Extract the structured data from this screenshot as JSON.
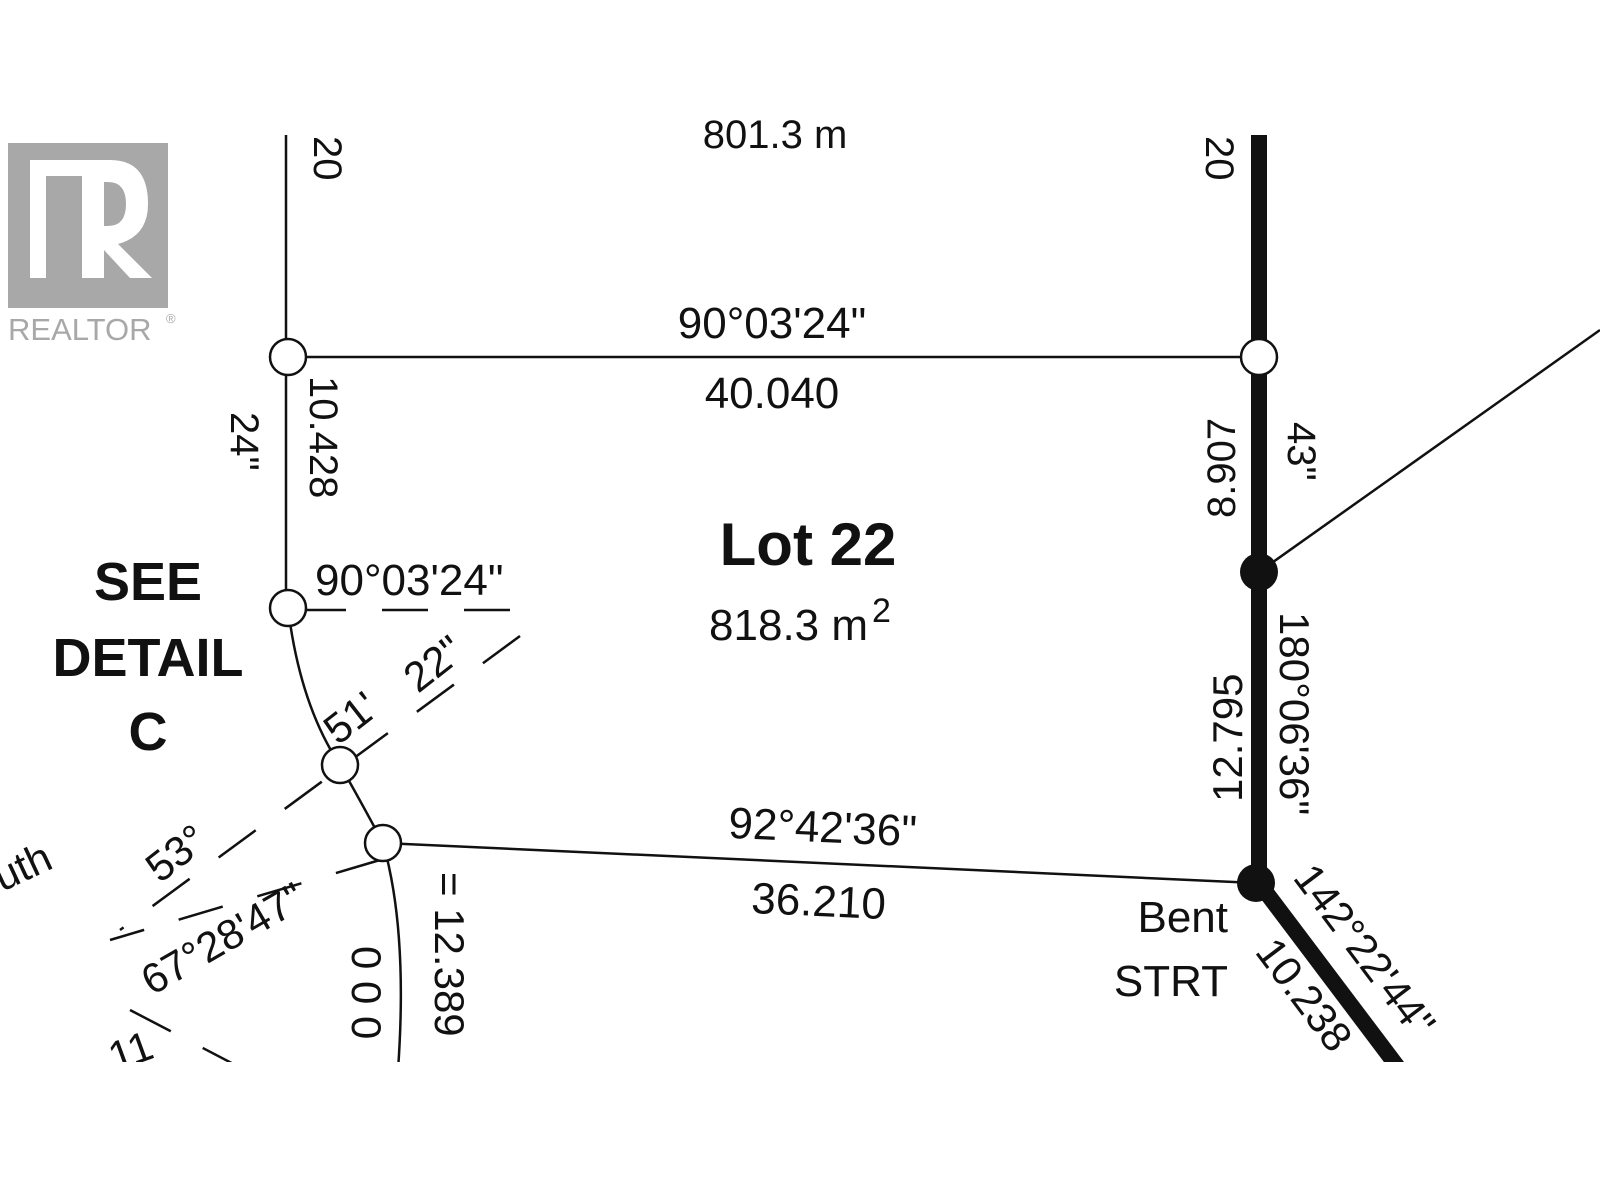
{
  "watermark": {
    "brand": "REALTOR",
    "mark": "®",
    "color": "#a8a8a8"
  },
  "lot": {
    "name": "Lot 22",
    "area": "818.3 m",
    "area_exp": "2"
  },
  "callout": {
    "line1": "SEE",
    "line2": "DETAIL",
    "line3": "C"
  },
  "bent_label": {
    "line1": "Bent",
    "line2": "STRT"
  },
  "measurements": {
    "top_area_cut": "801.3 m",
    "left_top_width": "20",
    "right_top_width": "20",
    "top_bearing": "90°03'24\"",
    "top_distance": "40.040",
    "left_distance": "10.428",
    "left_fragment": "24\"",
    "right_distance": "8.907",
    "right_fragment": "43\"",
    "inner_bearing": "90°03'24\"",
    "arc_fragment_1": "51'",
    "arc_fragment_2": "22\"",
    "right_lower_distance": "12.795",
    "right_lower_bearing": "180°06'36\"",
    "bottom_bearing": "92°42'36\"",
    "bottom_distance": "36.210",
    "angle_53": "53°",
    "angle_67": "67°28'47\"",
    "arc_distance": "= 12.389",
    "arc_zeros": "0 0 0",
    "edge_fragment": "uth",
    "diag_bearing": "142°22'44\"",
    "diag_distance": "10.238",
    "bottom_fragment": "11"
  },
  "colors": {
    "ink": "#111111",
    "background": "#ffffff"
  }
}
